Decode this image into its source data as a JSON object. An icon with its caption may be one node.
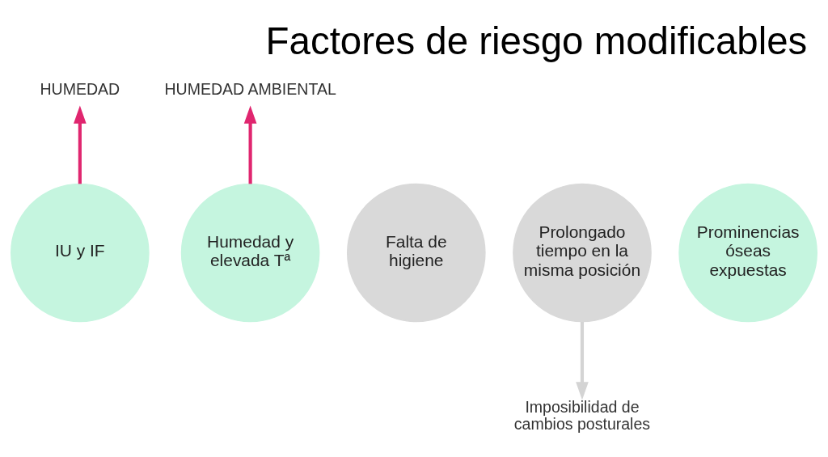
{
  "diagram": {
    "title": "Factores de riesgo modificables",
    "nodes": [
      {
        "text": [
          "HUMEDAD"
        ]
      },
      {
        "text": [
          "HUMEDAD AMBIENTAL"
        ]
      },
      {
        "text": [
          "IU y IF"
        ]
      },
      {
        "text": [
          "Falta de higiene"
        ]
      },
      {
        "text": [
          "Humedad y elevada Tª"
        ]
      },
      {
        "text": [
          "Prolongado tiempo en la misma posición"
        ]
      },
      {
        "text": [
          "Prominencias óseas expuestas"
        ]
      },
      {
        "text": [
          "Imposibilidad de cambios posturales"
        ]
      }
    ],
    "edges": [
      {
        "from": 2,
        "to": 0,
        "arrow": "to"
      },
      {
        "from": 4,
        "to": 1,
        "arrow": "to"
      },
      {
        "from": 5,
        "to": 7,
        "arrow": "to",
        "color": "#d4d4d4"
      }
    ]
  }
}
